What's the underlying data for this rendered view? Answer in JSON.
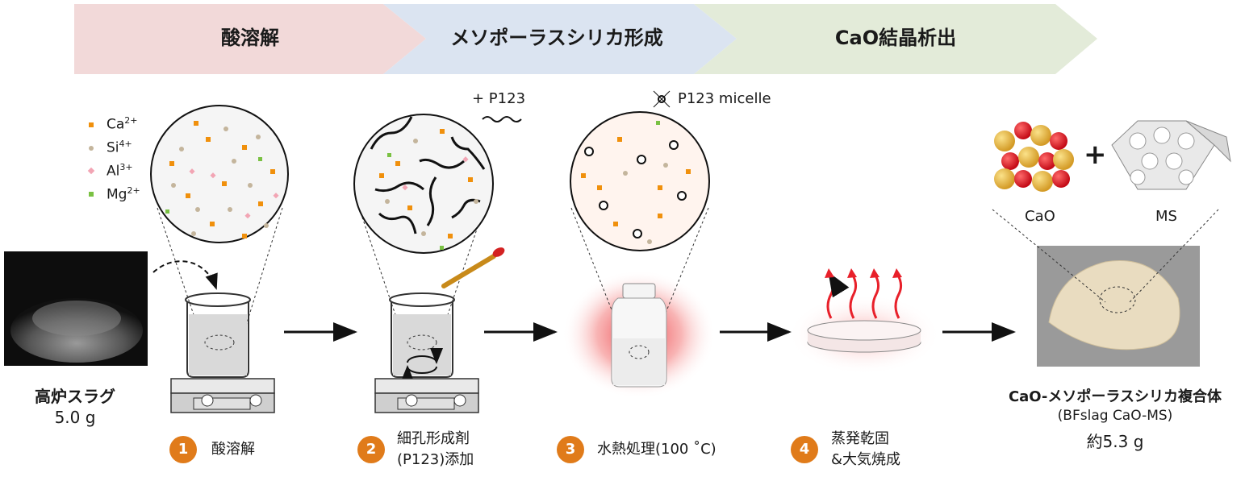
{
  "stage_bands": [
    {
      "label": "酸溶解",
      "color": "#f2d9d9"
    },
    {
      "label": "メソポーラスシリカ形成",
      "color": "#dbe4f1"
    },
    {
      "label": "CaO結晶析出",
      "color": "#e3ebd9"
    }
  ],
  "legend": {
    "ions": [
      {
        "base": "Ca",
        "sup": "2+",
        "color": "#f0900c"
      },
      {
        "base": "Si",
        "sup": "4+",
        "color": "#c4b59c"
      },
      {
        "base": "Al",
        "sup": "3+",
        "color": "#f2a5b4"
      },
      {
        "base": "Mg",
        "sup": "2+",
        "color": "#7ac143"
      }
    ]
  },
  "reagent_label": "+  P123",
  "micelle_label": "P123 micelle",
  "start_material": {
    "name": "高炉スラグ",
    "amount": "5.0 g"
  },
  "steps": [
    {
      "num": "1",
      "line1": "酸溶解",
      "line2": ""
    },
    {
      "num": "2",
      "line1": "細孔形成剤",
      "line2": "(P123)添加"
    },
    {
      "num": "3",
      "line1": "水熱処理(100 ˚C)",
      "line2": ""
    },
    {
      "num": "4",
      "line1": "蒸発乾固",
      "line2": "&大気焼成"
    }
  ],
  "product": {
    "name": "CaO-メソポーラスシリカ複合体",
    "code": "(BFslag CaO-MS)",
    "amount": "約5.3 g",
    "component_a": "CaO",
    "plus": "+",
    "component_b": "MS"
  },
  "colors": {
    "accent": "#e07b1a",
    "heat": "#e8202a"
  }
}
